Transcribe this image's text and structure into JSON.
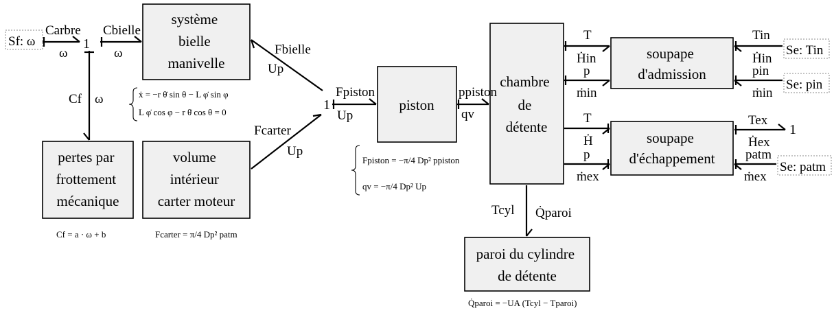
{
  "sources": {
    "sf": "Sf: ω",
    "se_tin": "Se: Tin",
    "se_pin": "Se: pin",
    "se_patm": "Se: patm"
  },
  "junctions": {
    "j1_left": "1",
    "j1_mid": "1",
    "j1_right": "1"
  },
  "boxes": {
    "bielle": [
      "système",
      "bielle",
      "manivelle"
    ],
    "pertes": [
      "pertes par",
      "frottement",
      "mécanique"
    ],
    "volume": [
      "volume",
      "intérieur",
      "carter moteur"
    ],
    "piston": [
      "piston"
    ],
    "chambre": [
      "chambre",
      "de",
      "détente"
    ],
    "adm": [
      "soupape",
      "d'admission"
    ],
    "ech": [
      "soupape",
      "d'échappement"
    ],
    "paroi": [
      "paroi du cylindre",
      "de détente"
    ]
  },
  "labels": {
    "c_arbre": "Carbre",
    "omega1": "ω",
    "c_bielle": "Cbielle",
    "omega2": "ω",
    "c_f": "Cf",
    "omega3": "ω",
    "f_bielle": "Fbielle",
    "up1": "Up",
    "f_carter": "Fcarter",
    "up2": "Up",
    "f_piston": "Fpiston",
    "up3": "Up",
    "p_piston": "ppiston",
    "qv": "qv",
    "t_in_ch": "T",
    "hdot_in": "Ḣin",
    "p_in_ch": "p",
    "mdot_in": "ṁin",
    "t_ex_ch": "T",
    "hdot_ex_ch": "Ḣ",
    "p_ex_ch": "p",
    "mdot_ex": "ṁex",
    "t_in_src": "Tin",
    "hdot_in_src": "Ḣin",
    "p_in_src": "pin",
    "mdot_in_src": "ṁin",
    "t_ex_src": "Tex",
    "hdot_ex_src": "Ḣex",
    "p_atm": "patm",
    "mdot_ex_src": "ṁex",
    "t_cyl": "Tcyl",
    "q_paroi": "Q̇paroi"
  },
  "equations": {
    "kin1": "ẋ = −r θ̇ sin θ − L φ̇ sin φ",
    "kin2": "L φ̇ cos φ − r θ̇ cos θ = 0",
    "cf": "Cf = a · ω + b",
    "fcarter": "Fcarter = π/4 Dp² patm",
    "fpiston": "Fpiston = −π/4 Dp² ppiston",
    "qv": "qv = −π/4 Dp² Up",
    "qparoi": "Q̇paroi = −UA (Tcyl − Tparoi)"
  }
}
